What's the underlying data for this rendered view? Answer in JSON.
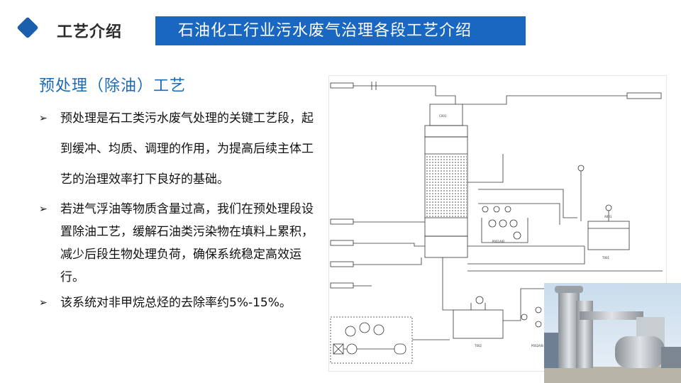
{
  "header": {
    "section_label": "工艺介绍",
    "title": "石油化工行业污水废气治理各段工艺介绍"
  },
  "content": {
    "sub_heading": "预处理（除油）工艺",
    "bullets": [
      "预处理是石工类污水废气处理的关键工艺段，起到缓冲、均质、调理的作用，为提高后续主体工艺的治理效率打下良好的基础。",
      "若进气浮油等物质含量过高，我们在预处理段设置除油工艺，缓解石油类污染物在填料上累积，减少后段生物处理负荷，确保系统稳定高效运行。",
      "该系统对非甲烷总烃的去除率约5%-15%。"
    ],
    "bullet_marker": "➢"
  },
  "diagram": {
    "tower_label": "C001",
    "tank_label": "A001",
    "pump_labels": [
      "P001A/B",
      "P002A/B"
    ],
    "tank_bottom_labels": [
      "T001",
      "T002"
    ]
  },
  "icons": {
    "section": "diamond-icon"
  },
  "colors": {
    "accent": "#1a67c1",
    "diamond": "#1a5fae",
    "subheading": "#1a6ab8"
  }
}
